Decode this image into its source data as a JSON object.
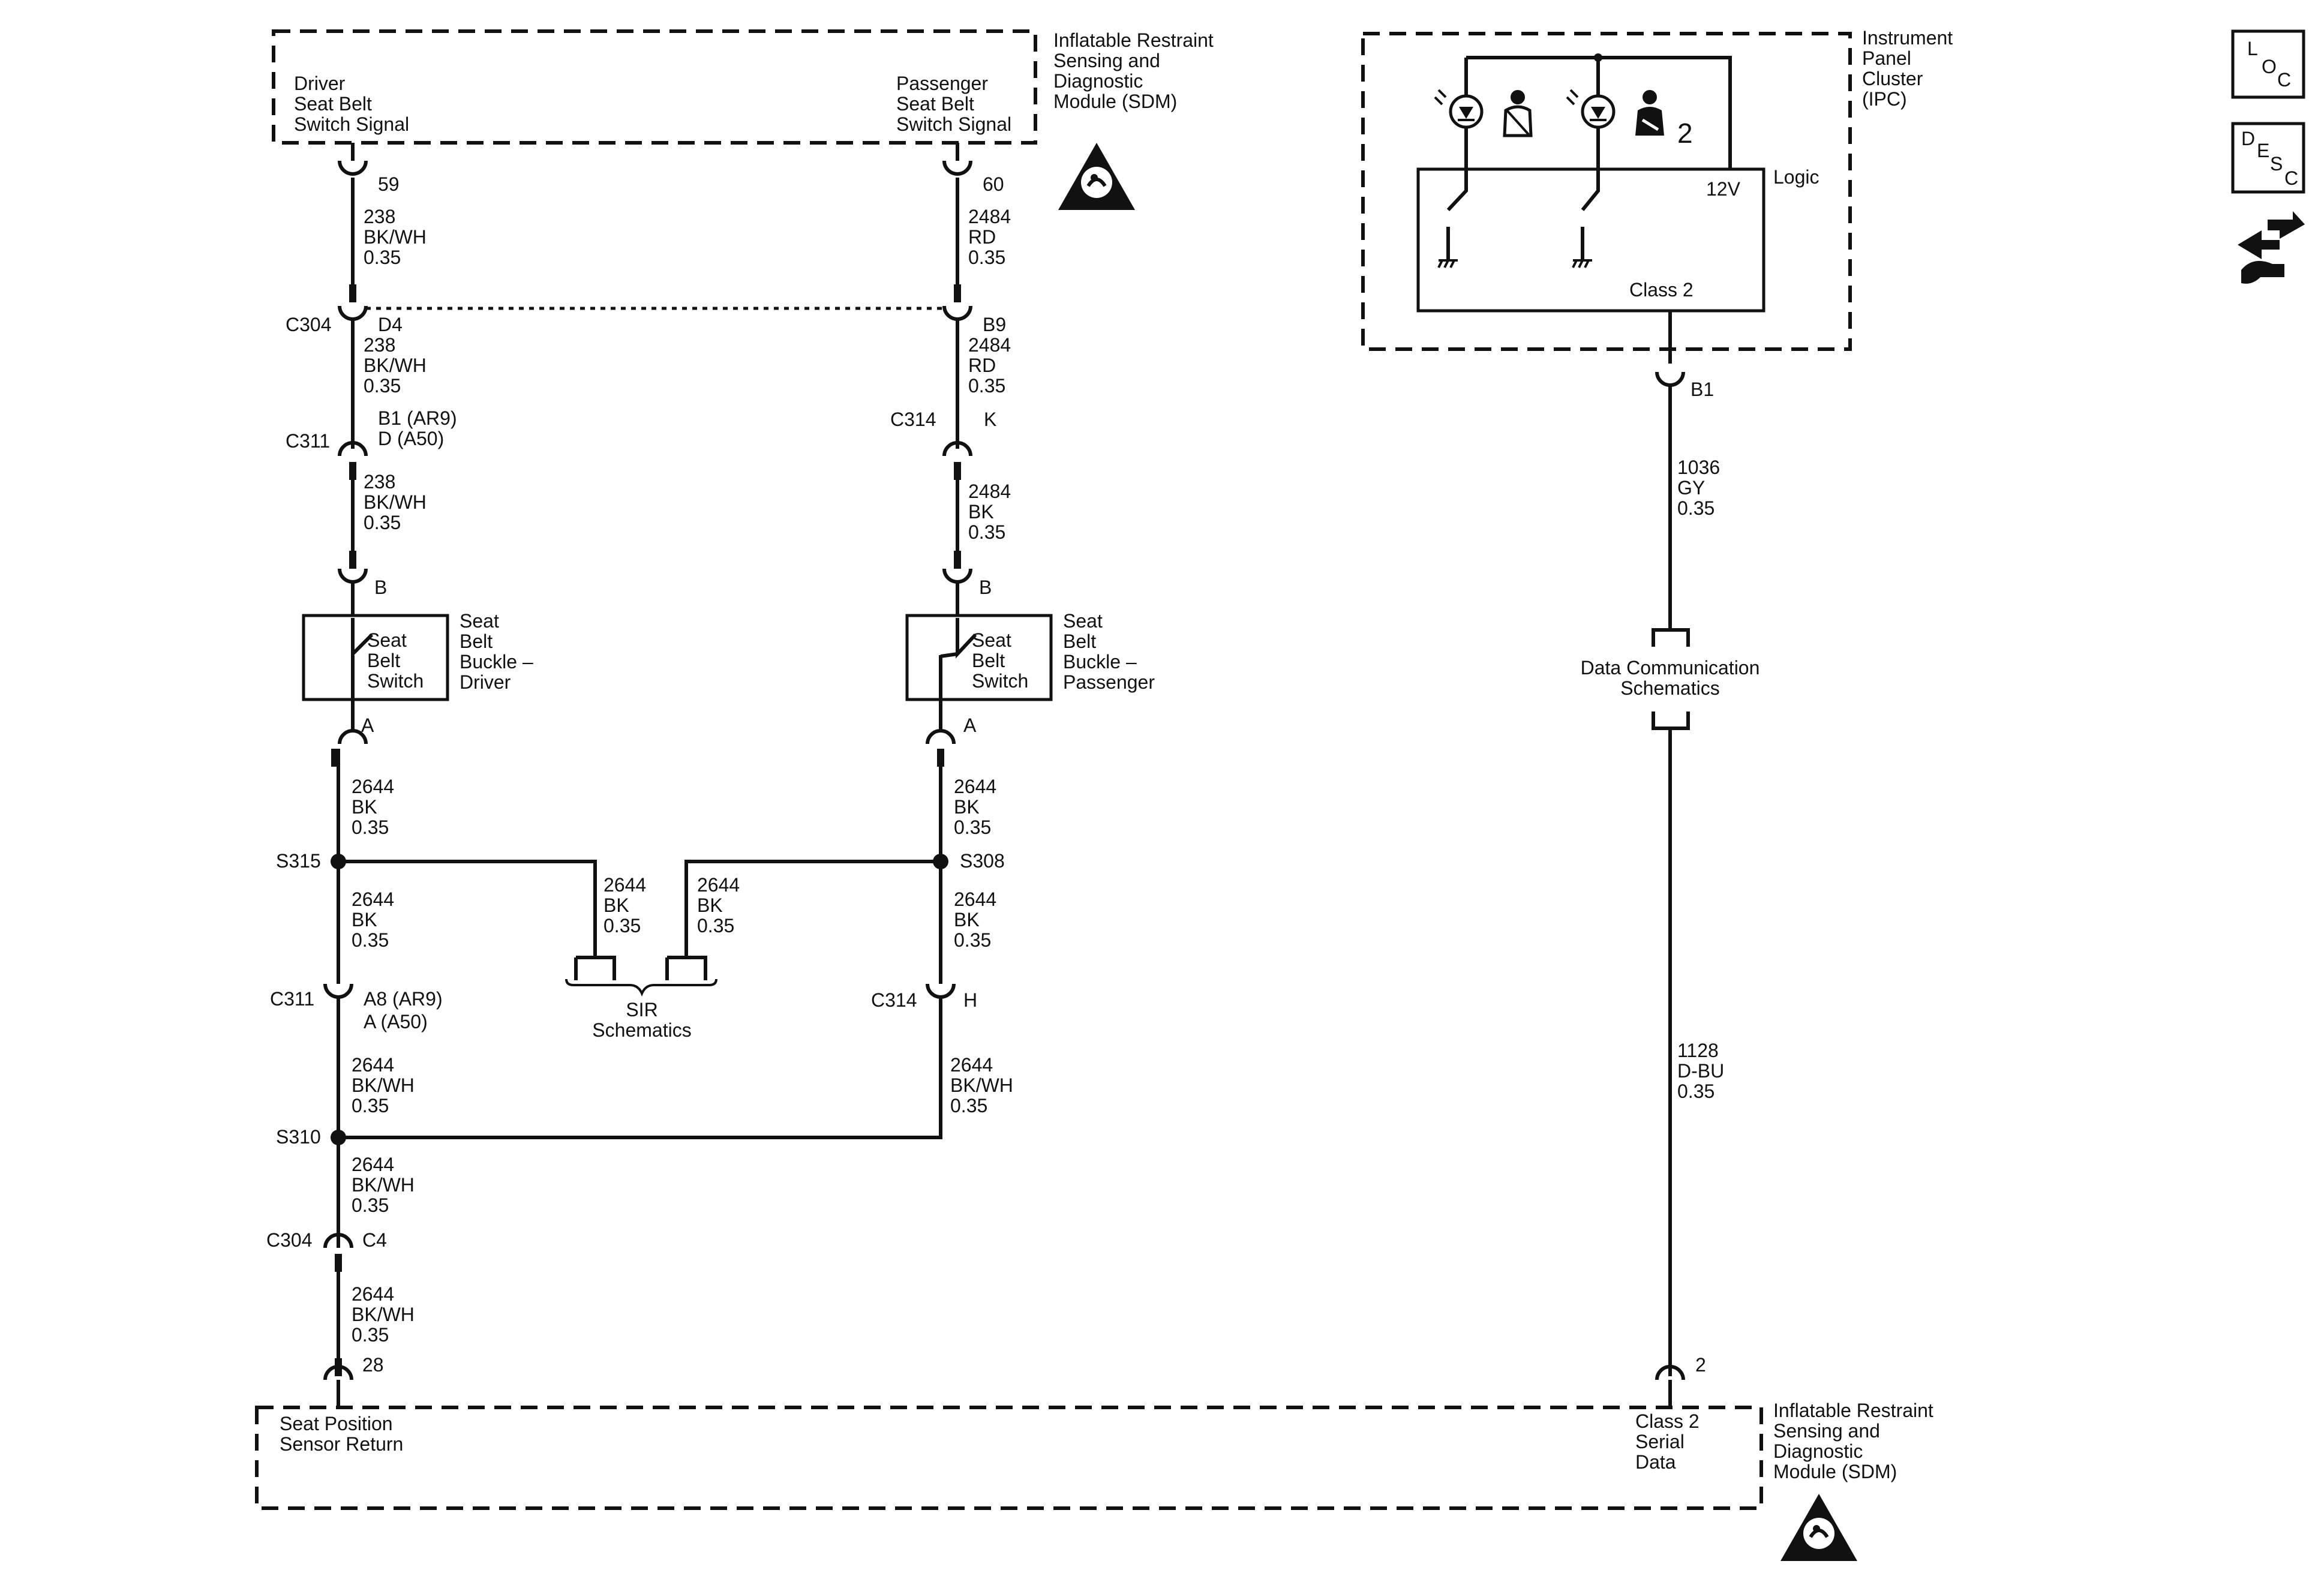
{
  "sdm_top": {
    "title": [
      "Inflatable Restraint",
      "Sensing and",
      "Diagnostic",
      "Module (SDM)"
    ],
    "driver_signal": [
      "Driver",
      "Seat Belt",
      "Switch Signal"
    ],
    "passenger_signal": [
      "Passenger",
      "Seat Belt",
      "Switch Signal"
    ]
  },
  "sdm_bottom": {
    "title": [
      "Inflatable Restraint",
      "Sensing and",
      "Diagnostic",
      "Module (SDM)"
    ],
    "seat_return": [
      "Seat Position",
      "Sensor Return"
    ],
    "class2": [
      "Class 2",
      "Serial",
      "Data"
    ]
  },
  "ipc": {
    "title": [
      "Instrument",
      "Panel",
      "Cluster",
      "(IPC)"
    ],
    "logic": "Logic",
    "voltage": "12V",
    "class2": "Class 2",
    "indicator_number": "2"
  },
  "pins": {
    "p59": "59",
    "p60": "60",
    "p28": "28",
    "p2": "2",
    "b1": "B1",
    "d4": "D4",
    "b9": "B9",
    "b1ar9": "B1 (AR9)",
    "da50": "D (A50)",
    "k": "K",
    "b_left": "B",
    "b_right": "B",
    "a_left": "A",
    "a_right": "A",
    "a8ar9": "A8 (AR9)",
    "aa50": "A (A50)",
    "h": "H",
    "c4": "C4"
  },
  "connectors": {
    "c304_top": "C304",
    "c311_top": "C311",
    "c314_top": "C314",
    "c311_bottom": "C311",
    "c314_bottom": "C314",
    "c304_bottom": "C304"
  },
  "splices": {
    "s315": "S315",
    "s308": "S308",
    "s310": "S310"
  },
  "wires": {
    "w1": [
      "238",
      "BK/WH",
      "0.35"
    ],
    "w2": [
      "2484",
      "RD",
      "0.35"
    ],
    "w3": [
      "238",
      "BK/WH",
      "0.35"
    ],
    "w4": [
      "2484",
      "RD",
      "0.35"
    ],
    "w5": [
      "238",
      "BK/WH",
      "0.35"
    ],
    "w6": [
      "2484",
      "BK",
      "0.35"
    ],
    "w7": [
      "2644",
      "BK",
      "0.35"
    ],
    "w8": [
      "2644",
      "BK",
      "0.35"
    ],
    "w9": [
      "2644",
      "BK",
      "0.35"
    ],
    "w10": [
      "2644",
      "BK",
      "0.35"
    ],
    "w11": [
      "2644",
      "BK",
      "0.35"
    ],
    "w12": [
      "2644",
      "BK",
      "0.35"
    ],
    "w13": [
      "2644",
      "BK/WH",
      "0.35"
    ],
    "w14": [
      "2644",
      "BK/WH",
      "0.35"
    ],
    "w15": [
      "2644",
      "BK/WH",
      "0.35"
    ],
    "w16": [
      "2644",
      "BK/WH",
      "0.35"
    ],
    "w17": [
      "1036",
      "GY",
      "0.35"
    ],
    "w18": [
      "1128",
      "D-BU",
      "0.35"
    ]
  },
  "switch_driver": {
    "inner": [
      "Seat",
      "Belt",
      "Switch"
    ],
    "outer": [
      "Seat",
      "Belt",
      "Buckle –",
      "Driver"
    ]
  },
  "switch_passenger": {
    "inner": [
      "Seat",
      "Belt",
      "Switch"
    ],
    "outer": [
      "Seat",
      "Belt",
      "Buckle –",
      "Passenger"
    ]
  },
  "sir": [
    "SIR",
    "Schematics"
  ],
  "data_comm": [
    "Data Communication",
    "Schematics"
  ],
  "nav": {
    "loc": [
      "L",
      "O",
      "C"
    ],
    "desc": [
      "D",
      "E",
      "S",
      "C"
    ]
  }
}
